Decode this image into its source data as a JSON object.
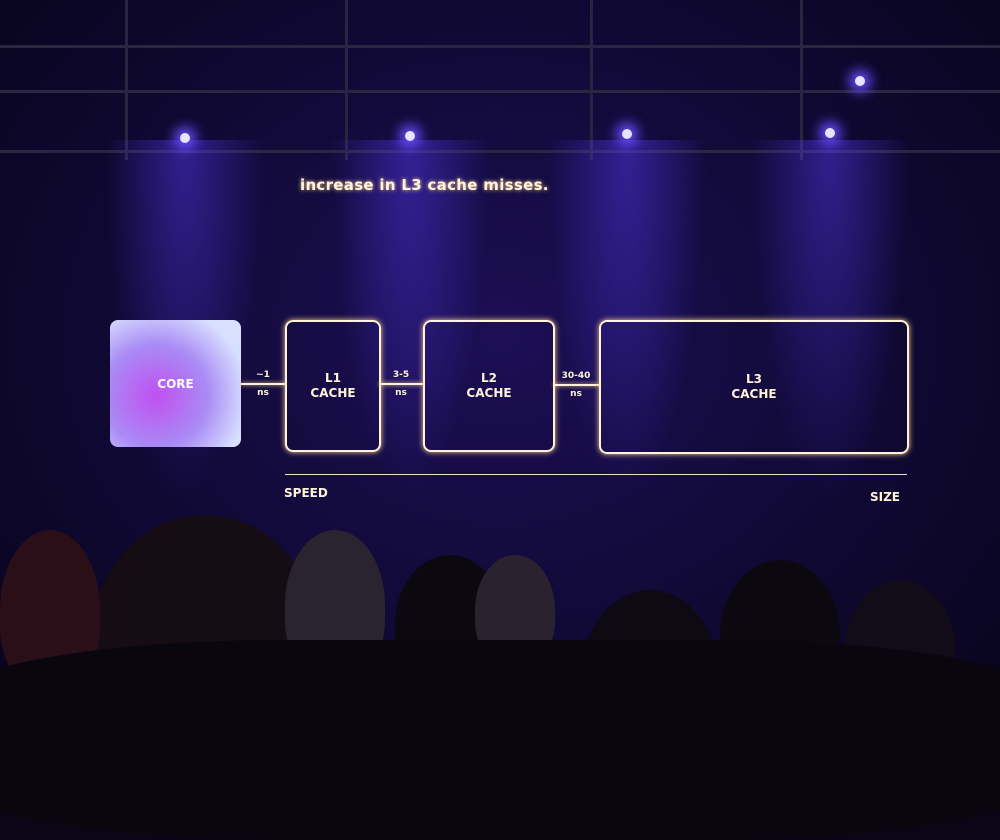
{
  "slide": {
    "caption": "increase in L3 cache misses.",
    "core_label": "CORE",
    "caches": [
      {
        "label": "L1\nCACHE"
      },
      {
        "label": "L2\nCACHE"
      },
      {
        "label": "L3\nCACHE"
      }
    ],
    "latencies": [
      {
        "value": "~1",
        "unit": "ns"
      },
      {
        "value": "3-5",
        "unit": "ns"
      },
      {
        "value": "30-40",
        "unit": "ns"
      }
    ],
    "axis_left": "SPEED",
    "axis_right": "SIZE"
  },
  "colors": {
    "background": "#120a3a",
    "stage_light": "#6a4cff",
    "line": "#fff4da"
  }
}
